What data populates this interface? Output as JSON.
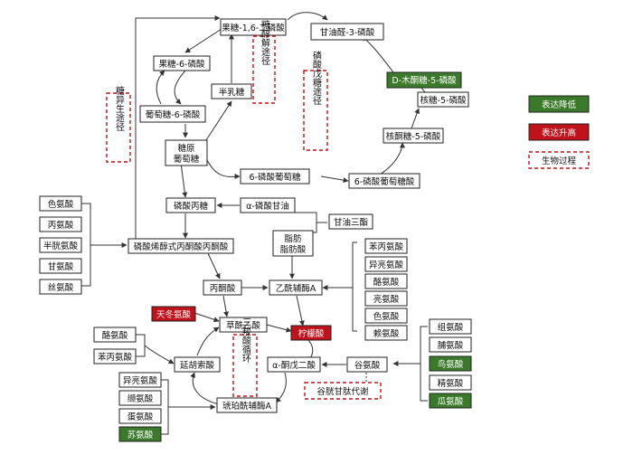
{
  "nodes": {
    "fbp": "果糖-1,6-二磷酸",
    "g3p": "甘油醛-3-磷酸",
    "f6p": "果糖-6-磷酸",
    "xu5p": "D-木酮糖-5-磷酸",
    "galactose": "半乳糖",
    "g6p": "葡萄糖-6-磷酸",
    "r5p": "核糖-5-磷酸",
    "ru5p": "核酮糖-5-磷酸",
    "glycogen": "糖原",
    "glucose": "葡萄糖",
    "pg6": "6-磷酸葡萄糖",
    "pgl6": "6-磷酸葡萄糖酸",
    "triose": "磷酸丙糖",
    "alpha_glycerol": "α-磷酸甘油",
    "triglyceride": "甘油三酯",
    "fat": "脂肪",
    "fatty_acid": "脂肪酸",
    "pep": "磷酸烯醇式丙酮酸丙酮酸",
    "pyruvate": "丙酮酸",
    "acetyl_coa": "乙酰辅酶A",
    "oxaloacetate": "草酰乙酸",
    "citrate": "柠檬酸",
    "akg": "α-酮戊二酸",
    "glutamate": "谷氨酸",
    "fumarate": "延胡索酸",
    "succinyl_coa": "琥珀酰辅酶A"
  },
  "amino_left": [
    "色氨酸",
    "丙氨酸",
    "半胱氨酸",
    "甘氨酸",
    "丝氨酸"
  ],
  "amino_acetyl": [
    "苯丙氨酸",
    "异亮氨酸",
    "酪氨酸",
    "亮氨酸",
    "色氨酸",
    "赖氨酸"
  ],
  "amino_fumarate": [
    "酪氨酸",
    "苯丙氨酸"
  ],
  "amino_succinyl": [
    "异亮氨酸",
    "缬氨酸",
    "蛋氨酸",
    "苏氨酸"
  ],
  "amino_glutamate": [
    "组氨酸",
    "脯氨酸",
    "鸟氨酸",
    "精氨酸",
    "瓜氨酸"
  ],
  "aspartate": "天冬氨酸",
  "pathways": {
    "gluconeogenesis": "糖异生途径",
    "sugar_alcohol": "糖醇解途径",
    "pentose": "磷酸戊糖途径",
    "tca": "三羧酸循环",
    "glutathione": "谷胱甘肽代谢"
  },
  "legend": {
    "down": "表达降低",
    "up": "表达升高",
    "process": "生物过程"
  },
  "colors": {
    "down": "#3b7a2a",
    "up": "#c0121a",
    "process_border": "#c0121a"
  }
}
